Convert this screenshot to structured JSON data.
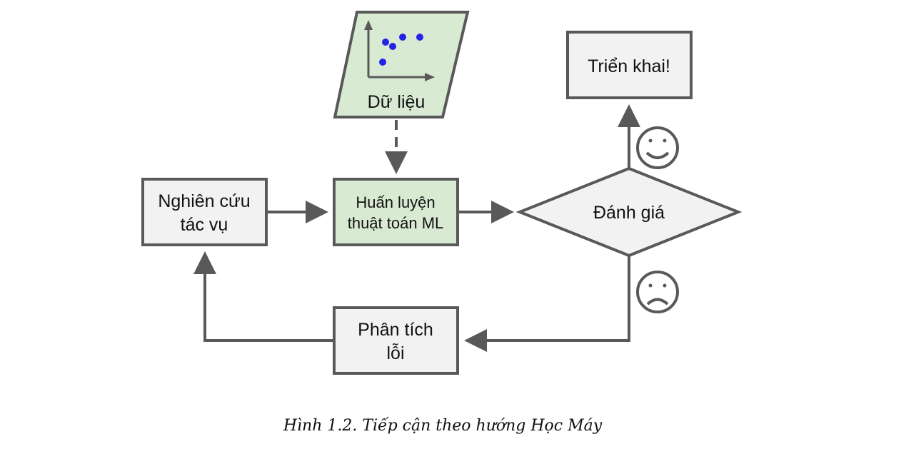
{
  "diagram": {
    "nodes": {
      "data": {
        "label": "Dữ liệu"
      },
      "study": {
        "line1": "Nghiên cứu",
        "line2": "tác vụ"
      },
      "train": {
        "line1": "Huấn luyện",
        "line2": "thuật toán ML"
      },
      "evaluate": {
        "label": "Đánh giá"
      },
      "deploy": {
        "label": "Triển khai!"
      },
      "analyze": {
        "line1": "Phân tích",
        "line2": "lỗi"
      }
    },
    "icons": {
      "success": "smiling-face-icon",
      "failure": "sad-face-icon",
      "data_plot": "scatter-plot-icon"
    },
    "colors": {
      "stroke": "#595959",
      "box_fill": "#f2f2f2",
      "green_fill": "#d9ead3",
      "dot_fill": "#2323e6"
    }
  },
  "caption": "Hình 1.2. Tiếp cận theo hướng Học Máy"
}
